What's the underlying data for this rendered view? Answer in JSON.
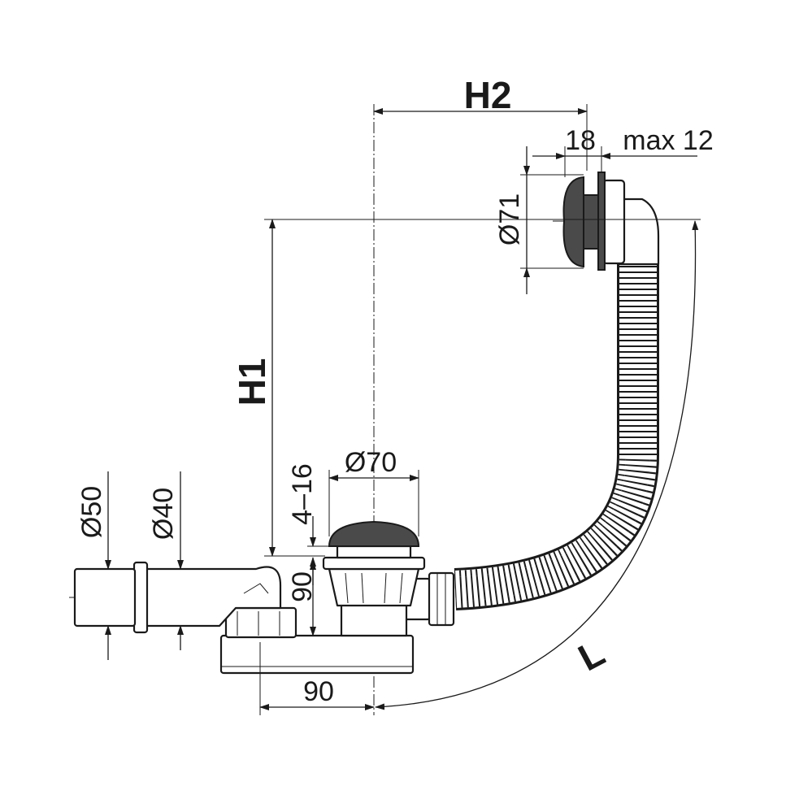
{
  "diagram": {
    "labels": {
      "h2": "H2",
      "h1": "H1",
      "l": "L",
      "overflow_depth": "18",
      "wall_thickness": "max 12",
      "overflow_diameter": "Ø71",
      "drain_diameter": "Ø70",
      "drain_adjust": "4–16",
      "outlet_50": "Ø50",
      "outlet_40": "Ø40",
      "trap_height": "90",
      "trap_offset": "90"
    }
  }
}
